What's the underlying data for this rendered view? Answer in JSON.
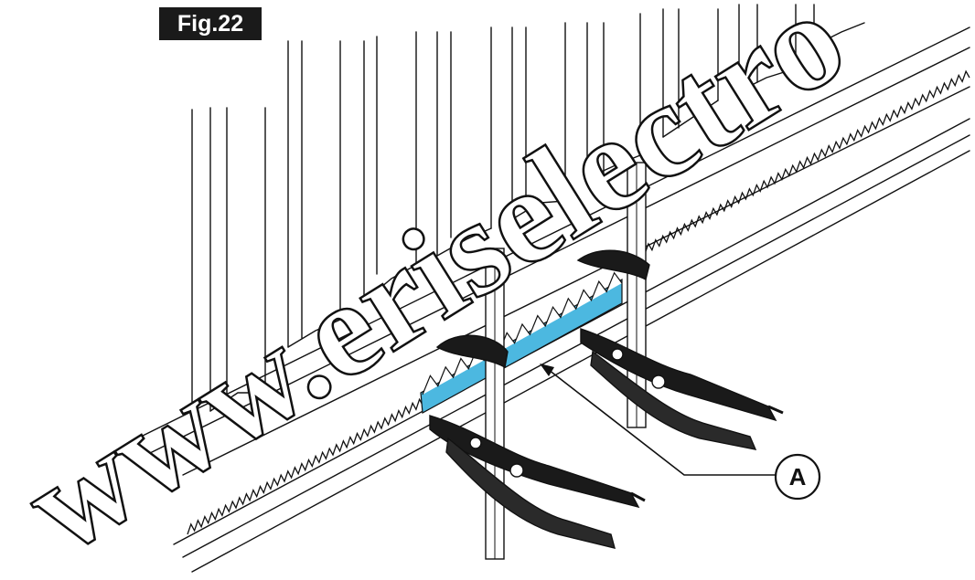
{
  "figure": {
    "label": "Fig.22"
  },
  "callout": {
    "letter": "A"
  },
  "watermark": {
    "text": "www.eriselectro"
  },
  "colors": {
    "highlight": "#4cb8e0",
    "ink": "#111111",
    "background": "#ffffff"
  }
}
